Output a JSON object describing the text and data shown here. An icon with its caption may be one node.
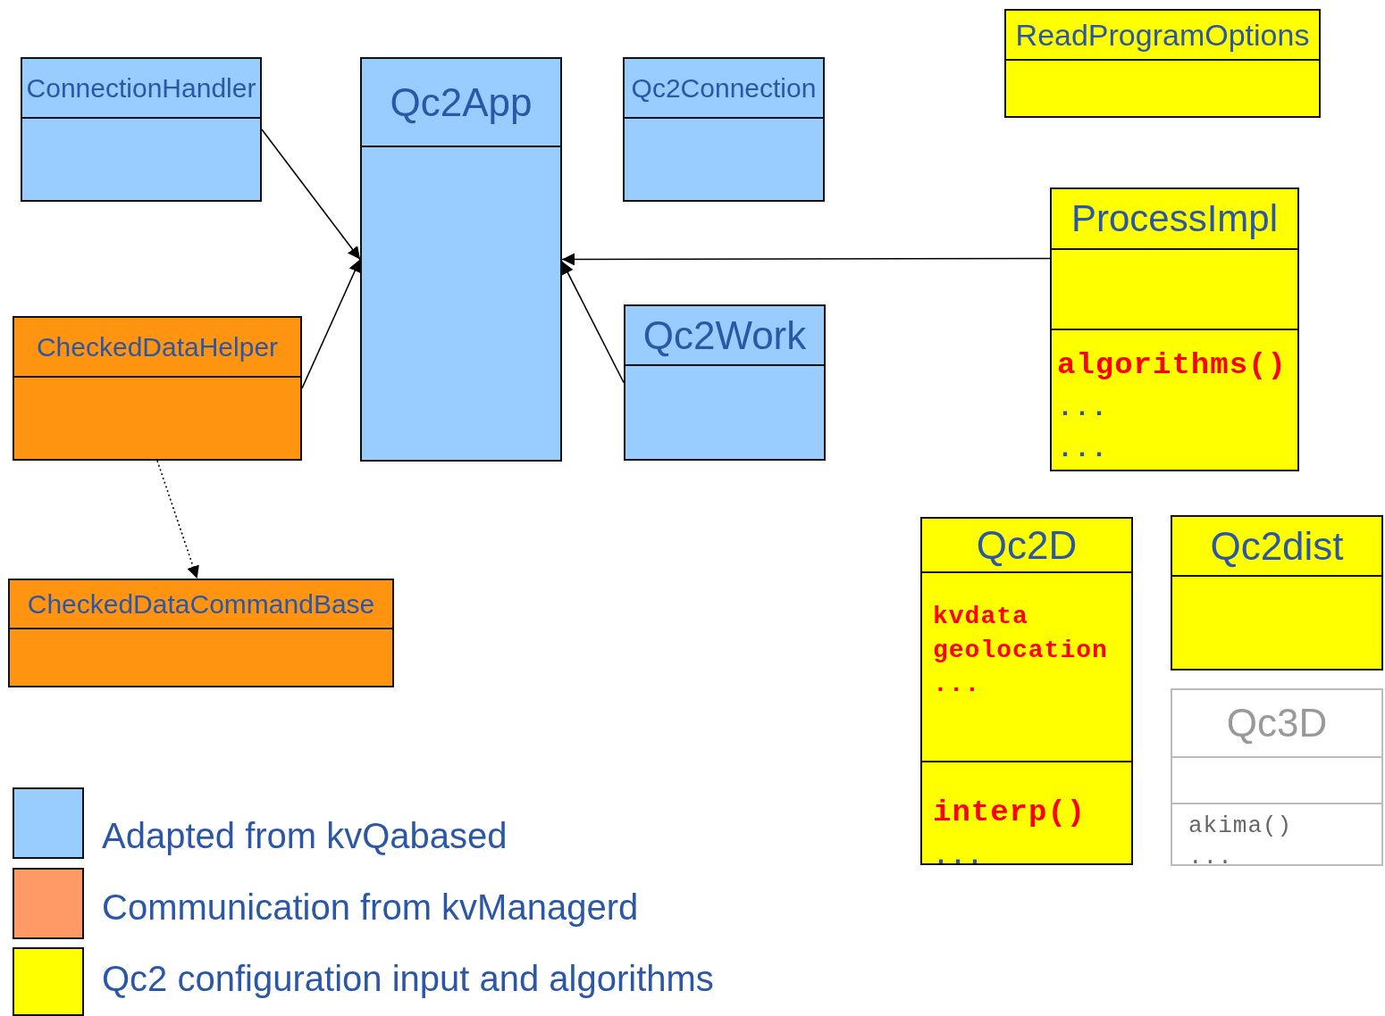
{
  "diagram": {
    "nodes": [
      {
        "text": [
          "ReadProgramOptions"
        ]
      },
      {
        "text": [
          "ConnectionHandler"
        ]
      },
      {
        "text": [
          "Qc2App"
        ]
      },
      {
        "text": [
          "Qc2Connection"
        ]
      },
      {
        "text": [
          "ProcessImpl",
          "algorithms()",
          "...",
          "..."
        ]
      },
      {
        "text": [
          "CheckedDataHelper"
        ]
      },
      {
        "text": [
          "Qc2Work"
        ]
      },
      {
        "text": [
          "CheckedDataCommandBase"
        ]
      },
      {
        "text": [
          "Qc2D",
          "kvdata",
          "geolocation",
          "...",
          "interp()",
          "..."
        ]
      },
      {
        "text": [
          "Qc2dist"
        ]
      },
      {
        "text": [
          "Qc3D",
          "akima()",
          "..."
        ]
      }
    ],
    "edges": [
      {
        "from": 1,
        "to": 2,
        "arrow": "to"
      },
      {
        "from": 5,
        "to": 2,
        "arrow": "to"
      },
      {
        "from": 4,
        "to": 2,
        "arrow": "to"
      },
      {
        "from": 6,
        "to": 2,
        "arrow": "to"
      },
      {
        "from": 5,
        "to": 7,
        "arrow": "to",
        "style": "dashed"
      }
    ],
    "legend": [
      {
        "text": "Adapted from kvQabased",
        "color": "#99ccff"
      },
      {
        "text": "Communication from kvManagerd",
        "color": "#ff9966"
      },
      {
        "text": "Qc2 configuration input and algorithms",
        "color": "#ffff00"
      }
    ]
  }
}
